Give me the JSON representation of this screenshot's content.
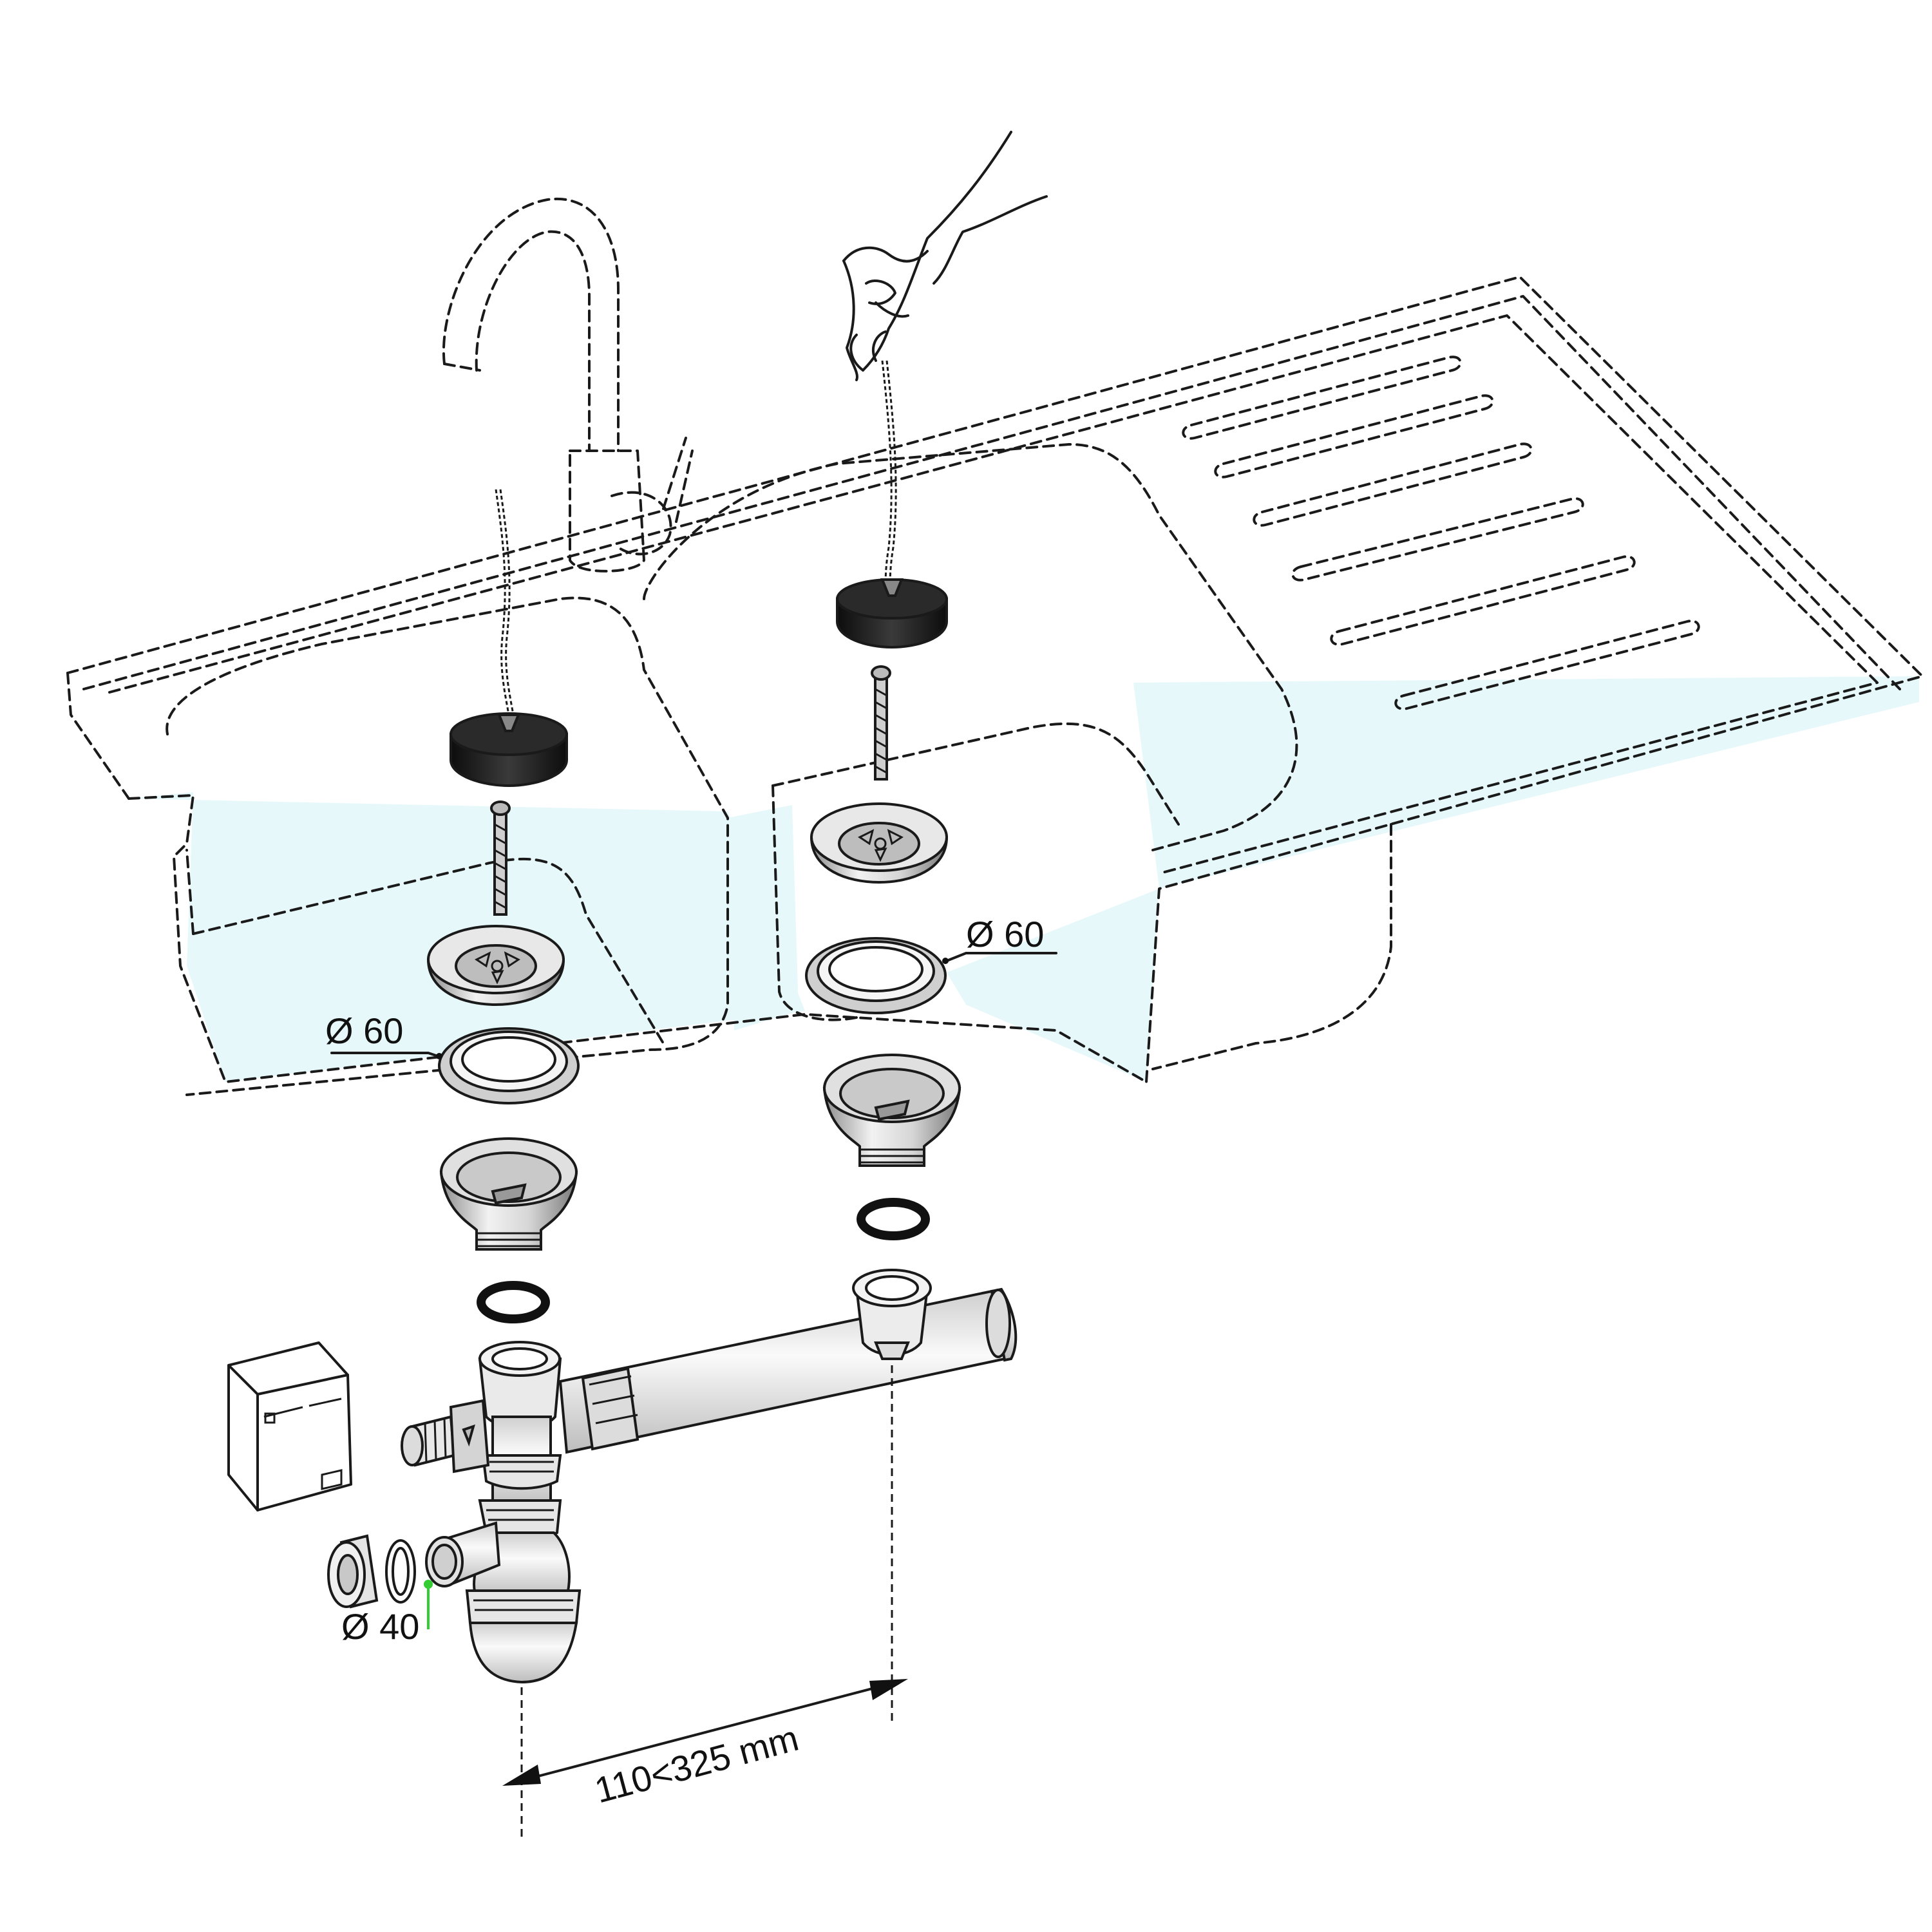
{
  "labels": {
    "diameter_left": "Ø 60",
    "diameter_right": "Ø 60",
    "diameter_outlet": "Ø 40",
    "distance": "110<325 mm"
  },
  "icons": {
    "faucet": "faucet-icon",
    "hand": "hand-icon",
    "plug": "plug-icon",
    "strainer": "strainer-icon",
    "washing_machine": "washing-machine-icon",
    "siphon": "siphon-icon"
  },
  "colors": {
    "outline": "#1a1a1a",
    "sink_water_tint": "#e6f8fa",
    "plug_rubber": "#1c1c1c",
    "leader_highlight": "#33cc33"
  }
}
